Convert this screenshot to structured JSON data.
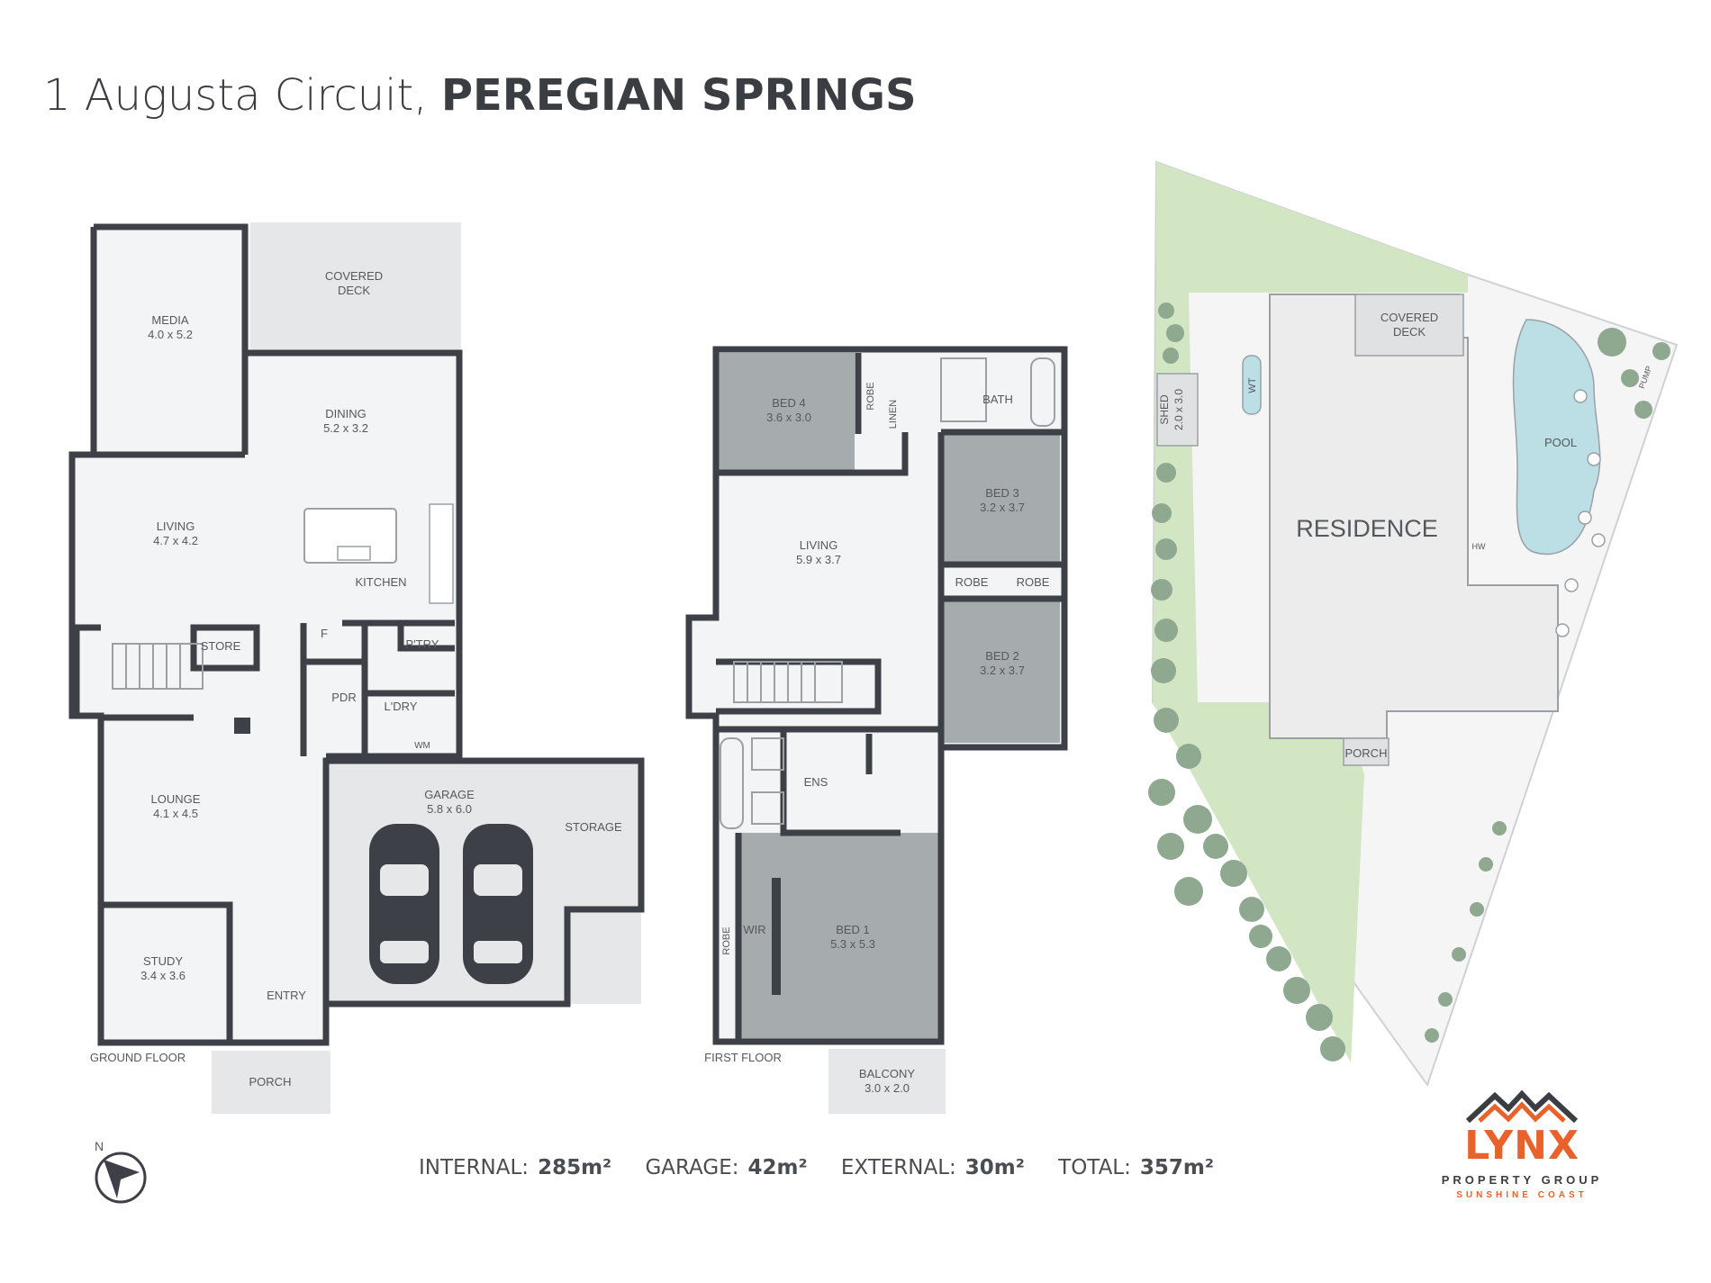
{
  "title": {
    "address": "1 Augusta Circuit,",
    "suburb": "PEREGIAN SPRINGS"
  },
  "ground_floor": {
    "label": "GROUND FLOOR",
    "rooms": {
      "covered_deck": "COVERED\nDECK",
      "media": "MEDIA",
      "media_dim": "4.0 x 5.2",
      "dining": "DINING",
      "dining_dim": "5.2 x 3.2",
      "living": "LIVING",
      "living_dim": "4.7 x 4.2",
      "kitchen": "KITCHEN",
      "store": "STORE",
      "f": "F",
      "pantry": "P'TRY",
      "pdr": "PDR",
      "laundry": "L'DRY",
      "wm": "WM",
      "lounge": "LOUNGE",
      "lounge_dim": "4.1 x 4.5",
      "study": "STUDY",
      "study_dim": "3.4 x 3.6",
      "entry": "ENTRY",
      "porch": "PORCH",
      "garage": "GARAGE",
      "garage_dim": "5.8 x 6.0",
      "storage": "STORAGE"
    }
  },
  "first_floor": {
    "label": "FIRST FLOOR",
    "rooms": {
      "bed4": "BED 4",
      "bed4_dim": "3.6 x 3.0",
      "robe": "ROBE",
      "linen": "LINEN",
      "bath": "BATH",
      "bed3": "BED 3",
      "bed3_dim": "3.2 x 3.7",
      "living": "LIVING",
      "living_dim": "5.9 x 3.7",
      "robe_a": "ROBE",
      "robe_b": "ROBE",
      "bed2": "BED 2",
      "bed2_dim": "3.2 x 3.7",
      "ens": "ENS",
      "wir": "WIR",
      "robe_side": "ROBE",
      "bed1": "BED 1",
      "bed1_dim": "5.3 x 5.3",
      "balcony": "BALCONY",
      "balcony_dim": "3.0 x 2.0"
    }
  },
  "site": {
    "covered_deck": "COVERED\nDECK",
    "shed": "SHED",
    "shed_dim": "2.0 x 3.0",
    "wt": "WT",
    "residence": "RESIDENCE",
    "pool": "POOL",
    "pump": "PUMP",
    "hw": "HW",
    "porch": "PORCH"
  },
  "totals": [
    {
      "label": "INTERNAL:",
      "value": "285m²"
    },
    {
      "label": "GARAGE:",
      "value": "42m²"
    },
    {
      "label": "EXTERNAL:",
      "value": "30m²"
    },
    {
      "label": "TOTAL:",
      "value": "357m²"
    }
  ],
  "compass": {
    "letter": "N"
  },
  "logo": {
    "brand": "LYNX",
    "line1": "PROPERTY GROUP",
    "line2": "SUNSHINE COAST"
  },
  "colors": {
    "wall": "#3d4047",
    "floor": "#f3f4f5",
    "dark_room": "#a6acae",
    "grass": "#d3e6c3",
    "pool": "#bcdfe6",
    "tree": "#8fa890",
    "accent": "#e9622b"
  }
}
